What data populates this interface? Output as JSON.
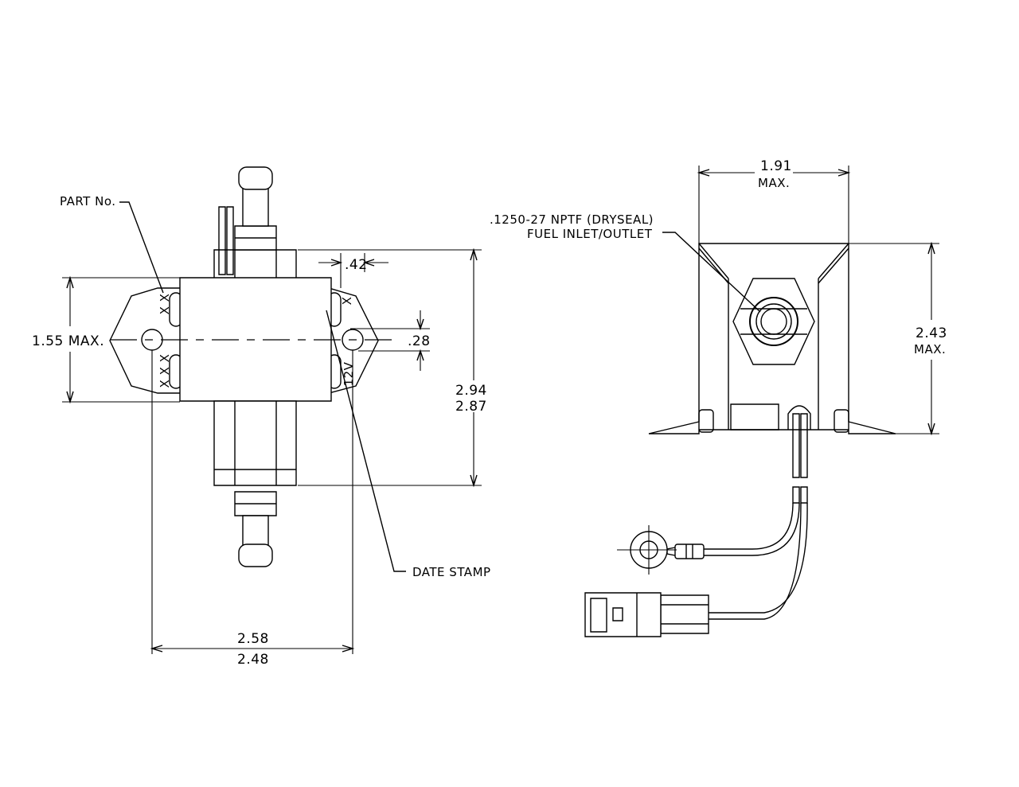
{
  "labels": {
    "part_no": "PART No.",
    "date_stamp": "DATE STAMP",
    "fitting_line1": ".1250-27 NPTF (DRYSEAL)",
    "fitting_line2": "FUEL INLET/OUTLET",
    "stamp_12v": "12V",
    "mark_xx": "X X",
    "mark_xxx": "X X X",
    "mark_x": "X"
  },
  "dimensions": {
    "height_max": "1.55 MAX.",
    "slot_offset": ".42",
    "hole_offset": ".28",
    "length_max": "2.94",
    "length_min": "2.87",
    "width_max": "2.58",
    "width_min": "2.48",
    "end_width": "1.91",
    "end_width_suffix": "MAX.",
    "end_height": "2.43",
    "end_height_suffix": "MAX."
  }
}
